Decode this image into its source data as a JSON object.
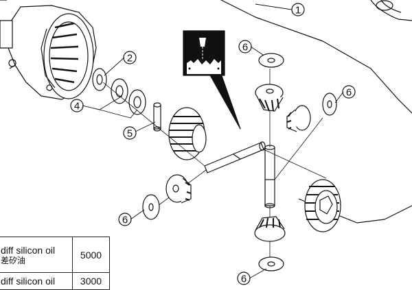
{
  "callouts": {
    "c1": "1",
    "c2": "2",
    "c4": "4",
    "c5": "5",
    "c6_top": "6",
    "c6_right": "6",
    "c6_left": "6",
    "c6_bottom": "6"
  },
  "oil_table": {
    "rows": [
      {
        "name": "diff silicon oil",
        "name_cn": "差矽油",
        "value": "5000"
      },
      {
        "name": "diff silicon oil",
        "name_cn": "",
        "value": "3000"
      }
    ]
  }
}
